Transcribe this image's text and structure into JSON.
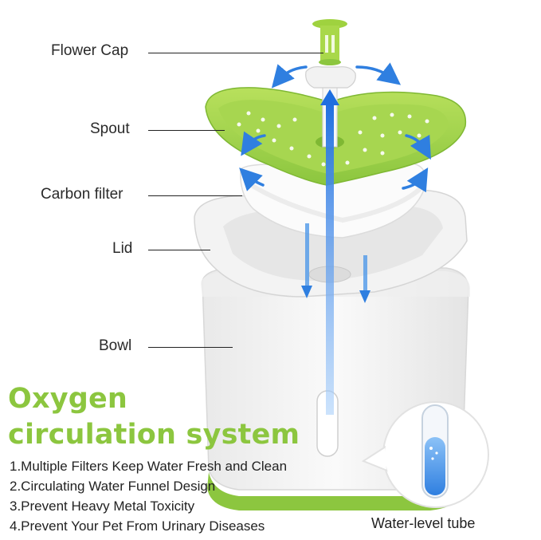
{
  "callouts": {
    "flower_cap": "Flower Cap",
    "spout": "Spout",
    "carbon_filter": "Carbon filter",
    "lid": "Lid",
    "bowl": "Bowl"
  },
  "headline": {
    "line1": "Oxygen",
    "line2": "circulation system"
  },
  "features": [
    "1.Multiple Filters Keep Water Fresh and Clean",
    "2.Circulating Water Funnel Design",
    "3.Prevent Heavy Metal Toxicity",
    "4.Prevent Your Pet From Urinary Diseases"
  ],
  "inset_label": "Water-level tube",
  "colors": {
    "accent_green": "#8cc63f",
    "flow_arrow_blue": "#2f7fe0",
    "bowl_white": "#f4f4f4",
    "water_blue": "#4f98e8"
  }
}
